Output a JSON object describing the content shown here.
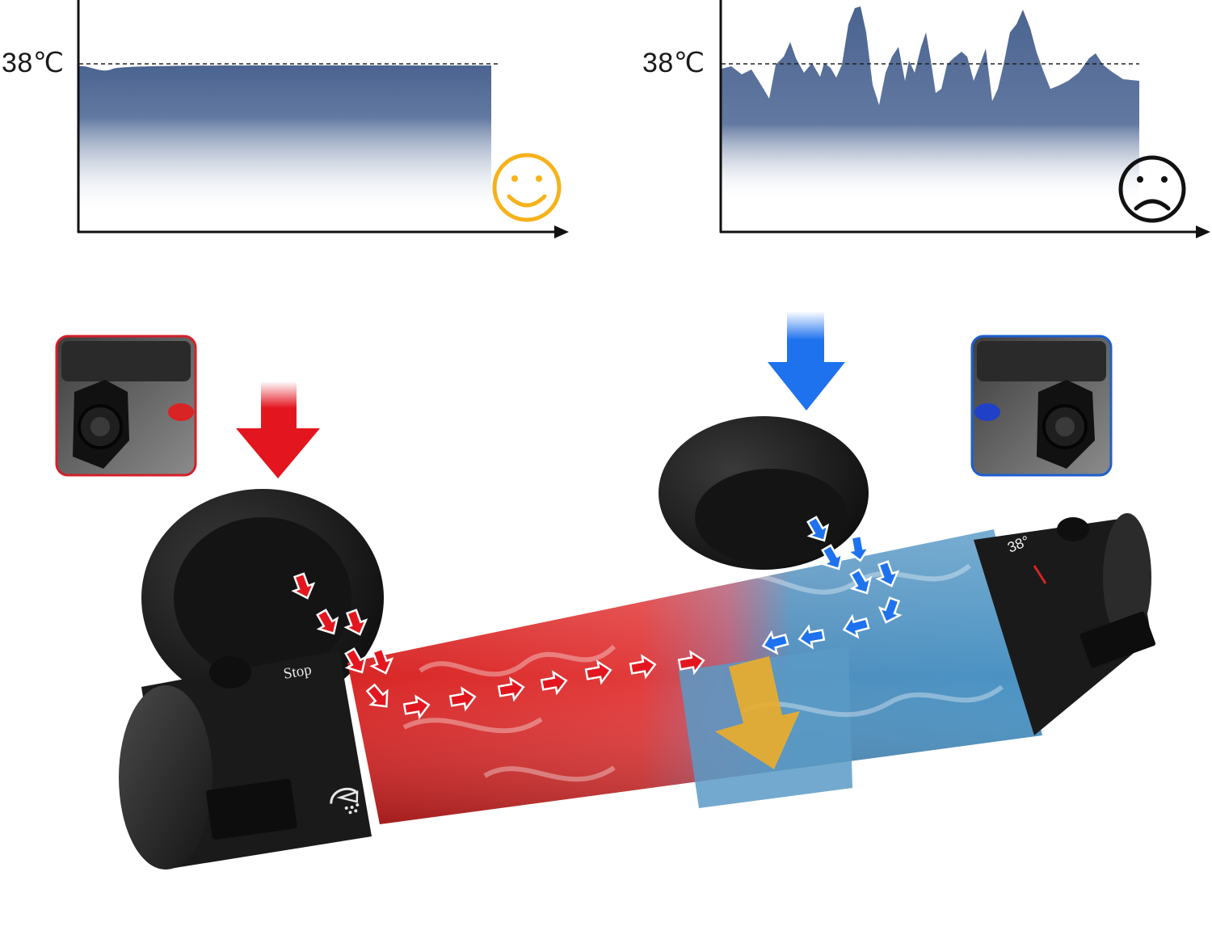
{
  "charts": {
    "left": {
      "temperature_label": "38℃",
      "mood": "happy-face"
    },
    "right": {
      "temperature_label": "38℃",
      "mood": "sad-face"
    }
  },
  "valve": {
    "stop_label": "Stop",
    "dial_label": "38°",
    "icons": {
      "hot_inlet": "red-down-arrow-icon",
      "cold_inlet": "blue-down-arrow-icon",
      "outlet": "yellow-down-arrow-icon",
      "shower": "shower-head-icon"
    }
  },
  "colors": {
    "hot": "#e3161f",
    "cold": "#1e72ee",
    "chart_fill": "#4a6390",
    "happy": "#f6b21b",
    "outlet": "#e9ad2c"
  }
}
